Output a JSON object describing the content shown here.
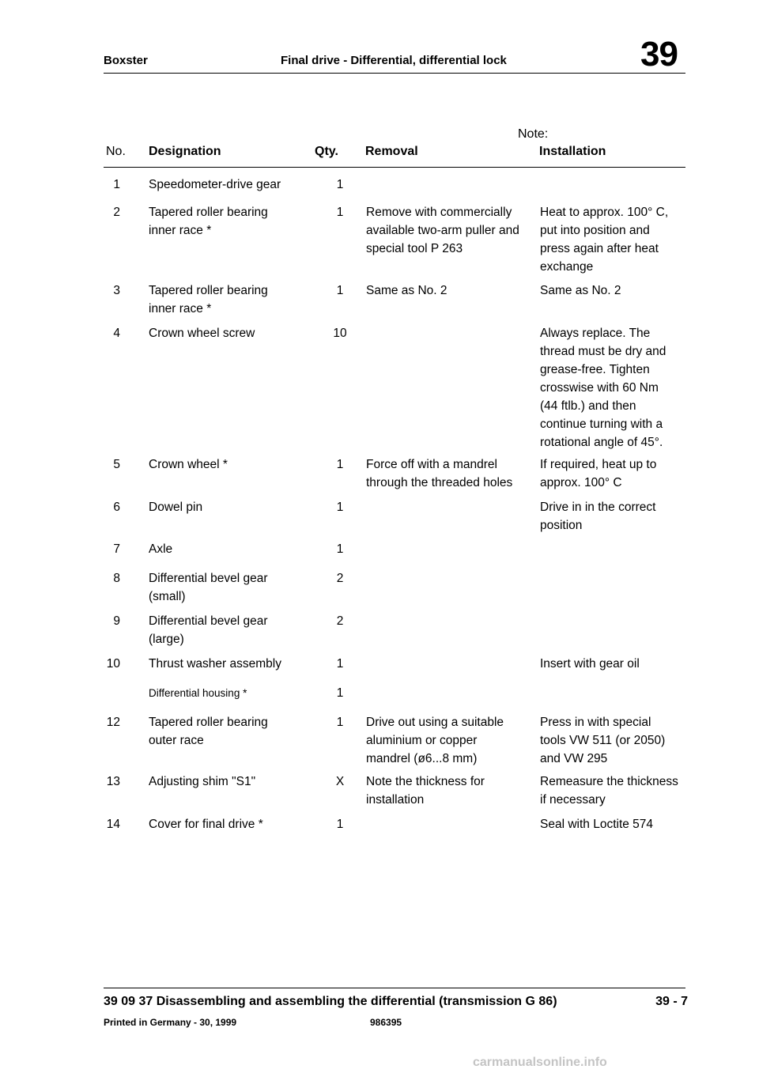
{
  "header": {
    "model": "Boxster",
    "section_title": "Final drive - Differential, differential lock",
    "group_number": "39"
  },
  "table": {
    "note_label": "Note:",
    "columns": {
      "no": "No.",
      "designation": "Designation",
      "qty": "Qty.",
      "removal": "Removal",
      "installation": "Installation"
    },
    "rows": [
      {
        "no": "1",
        "designation": "Speedometer-drive gear",
        "qty": "1",
        "removal": "",
        "installation": ""
      },
      {
        "no": "2",
        "designation": "Tapered roller bearing\ninner race *",
        "qty": "1",
        "removal": "Remove with commercially\navailable two-arm puller and\nspecial tool P 263",
        "installation": "Heat to approx. 100° C,\nput into position and\npress again after heat\nexchange"
      },
      {
        "no": "3",
        "designation": "Tapered roller bearing\ninner race *",
        "qty": "1",
        "removal": "Same as No. 2",
        "installation": "Same as No. 2"
      },
      {
        "no": "4",
        "designation": "Crown wheel screw",
        "qty": "10",
        "removal": "",
        "installation": "Always replace. The\nthread must be dry and\ngrease-free. Tighten\ncrosswise with 60 Nm\n(44 ftlb.) and then\ncontinue turning with a\nrotational angle of 45°."
      },
      {
        "no": "5",
        "designation": "Crown wheel *",
        "qty": "1",
        "removal": "Force off with a mandrel\nthrough the threaded holes",
        "installation": "If required, heat up to\napprox. 100° C"
      },
      {
        "no": "6",
        "designation": "Dowel pin",
        "qty": "1",
        "removal": "",
        "installation": "Drive in in the correct\nposition"
      },
      {
        "no": "7",
        "designation": "Axle",
        "qty": "1",
        "removal": "",
        "installation": ""
      },
      {
        "no": "8",
        "designation": "Differential bevel gear\n(small)",
        "qty": "2",
        "removal": "",
        "installation": ""
      },
      {
        "no": "9",
        "designation": "Differential bevel gear\n(large)",
        "qty": "2",
        "removal": "",
        "installation": ""
      },
      {
        "no": "10",
        "designation": "Thrust washer assembly",
        "qty": "1",
        "removal": "",
        "installation": "Insert with gear oil"
      },
      {
        "no": "",
        "designation": "Differential housing *",
        "qty": "1",
        "removal": "",
        "installation": ""
      },
      {
        "no": "12",
        "designation": "Tapered roller bearing\nouter race",
        "qty": "1",
        "removal": "Drive out using a suitable\naluminium or copper\nmandrel (ø6...8 mm)",
        "installation": "Press in with special\ntools VW 511 (or 2050)\nand VW 295"
      },
      {
        "no": "13",
        "designation": "Adjusting shim \"S1\"",
        "qty": "X",
        "removal": "Note the thickness for\ninstallation",
        "installation": "Remeasure the thickness\nif necessary"
      },
      {
        "no": "14",
        "designation": "Cover for final drive *",
        "qty": "1",
        "removal": "",
        "installation": "Seal with Loctite 574"
      }
    ]
  },
  "footer": {
    "procedure": "39 09 37 Disassembling and assembling the differential (transmission G 86)",
    "page": "39 - 7",
    "printed": "Printed in Germany - 30, 1999",
    "code": "986395",
    "watermark": "carmanualsonline.info"
  }
}
